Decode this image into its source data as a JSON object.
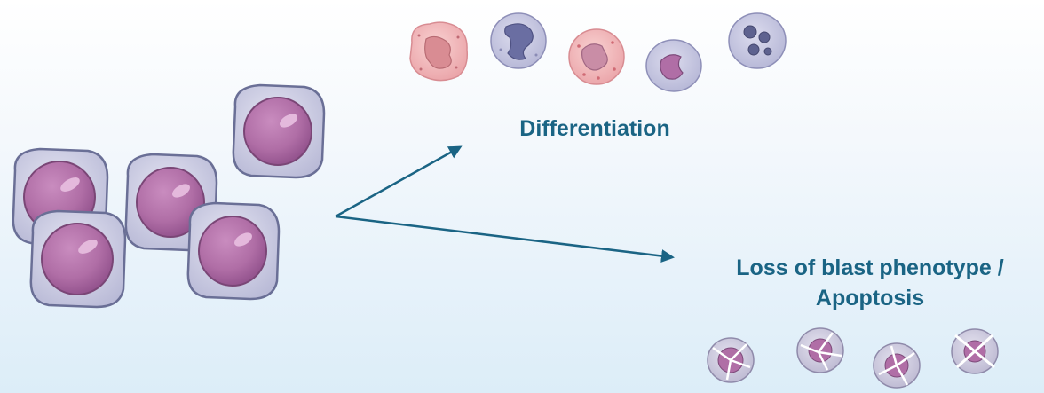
{
  "labels": {
    "differentiation": "Differentiation",
    "loss_line1": "Loss of blast phenotype /",
    "loss_line2": "Apoptosis"
  },
  "colors": {
    "arrow": "#1a6484",
    "label": "#1a6484",
    "blast_outer": "#c8c9e0",
    "blast_nucleus": "#b06ea6",
    "blast_outline": "#6a6f96",
    "mature_cell_pink": "#f2b6b8",
    "mature_cell_lavender": "#c7c8e2",
    "apoptotic_cell": "#c9c5dc"
  },
  "icons": {
    "blast_cells": "leukemic-blast-cell-icon",
    "mature_cells": "differentiated-leukocyte-icon",
    "apoptotic_cells": "apoptotic-cell-icon",
    "arrows": "arrow-icon"
  }
}
